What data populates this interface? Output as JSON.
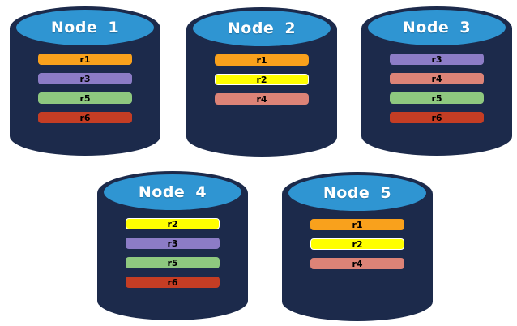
{
  "diagram": {
    "background_color": "#FFFFFF",
    "node_body_color": "#1C2A4B",
    "node_cap_color": "#2F95D2",
    "replica_colors": {
      "r1": "#F9A11C",
      "r2": "#FFFF00",
      "r3": "#8C7CC6",
      "r4": "#DC8377",
      "r5": "#8EC87F",
      "r6": "#C43D24"
    },
    "nodes": [
      {
        "label": "Node 1",
        "replicas": [
          "r1",
          "r3",
          "r5",
          "r6"
        ]
      },
      {
        "label": "Node 2",
        "replicas": [
          "r1",
          "r2",
          "r4"
        ]
      },
      {
        "label": "Node 3",
        "replicas": [
          "r3",
          "r4",
          "r5",
          "r6"
        ]
      },
      {
        "label": "Node 4",
        "replicas": [
          "r2",
          "r3",
          "r5",
          "r6"
        ]
      },
      {
        "label": "Node 5",
        "replicas": [
          "r1",
          "r2",
          "r4"
        ]
      }
    ]
  }
}
